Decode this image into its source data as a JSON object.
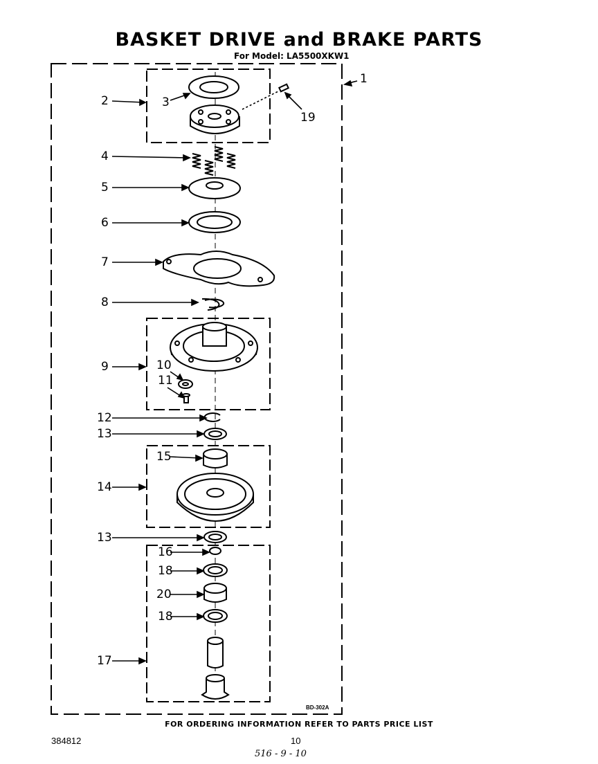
{
  "title": "BASKET DRIVE and BRAKE PARTS",
  "subtitle": "For Model: LA5500XKW1",
  "footer": "FOR ORDERING INFORMATION REFER TO PARTS PRICE LIST",
  "doc_number": "384812",
  "page_number": "10",
  "diagram_code": "BD-302A",
  "handwritten_note": "516 - 9 - 10",
  "callouts": {
    "c1": "1",
    "c2": "2",
    "c3": "3",
    "c4": "4",
    "c5": "5",
    "c6": "6",
    "c7": "7",
    "c8": "8",
    "c9": "9",
    "c10": "10",
    "c11": "11",
    "c12": "12",
    "c13a": "13",
    "c14": "14",
    "c15": "15",
    "c13b": "13",
    "c16": "16",
    "c18a": "18",
    "c20": "20",
    "c18b": "18",
    "c17": "17",
    "c19": "19"
  }
}
